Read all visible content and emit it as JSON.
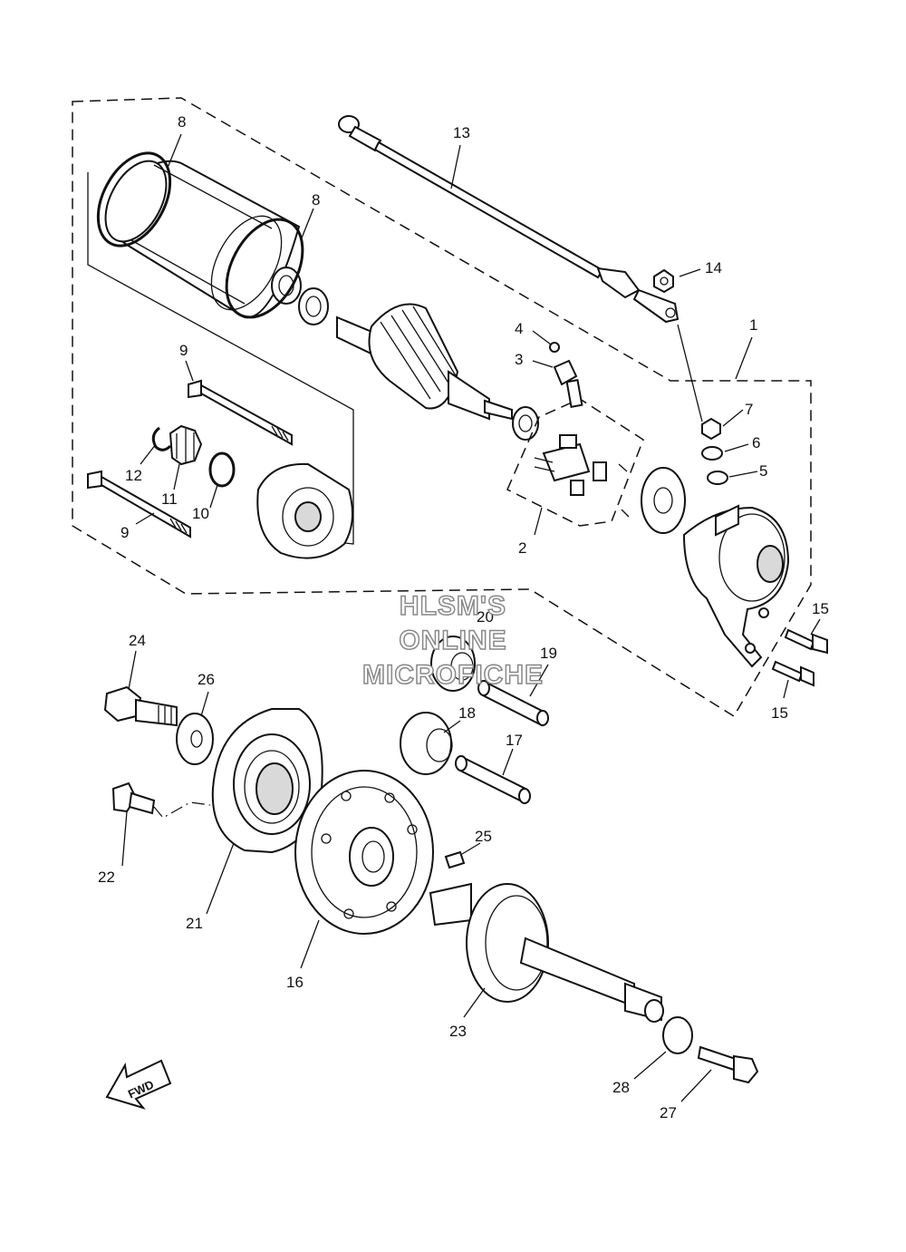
{
  "diagram": {
    "callouts": {
      "c1": "1",
      "c2": "2",
      "c3": "3",
      "c4": "4",
      "c5": "5",
      "c6": "6",
      "c7": "7",
      "c8a": "8",
      "c8b": "8",
      "c9a": "9",
      "c9b": "9",
      "c10": "10",
      "c11": "11",
      "c12": "12",
      "c13": "13",
      "c14": "14",
      "c15a": "15",
      "c15b": "15",
      "c16": "16",
      "c17": "17",
      "c18": "18",
      "c19": "19",
      "c20": "20",
      "c21": "21",
      "c22": "22",
      "c23": "23",
      "c24": "24",
      "c25": "25",
      "c26": "26",
      "c27": "27",
      "c28": "28"
    },
    "fwd_label": "FWD",
    "watermark": [
      "HLSM'S",
      "ONLINE",
      "MICROFICHE"
    ]
  }
}
